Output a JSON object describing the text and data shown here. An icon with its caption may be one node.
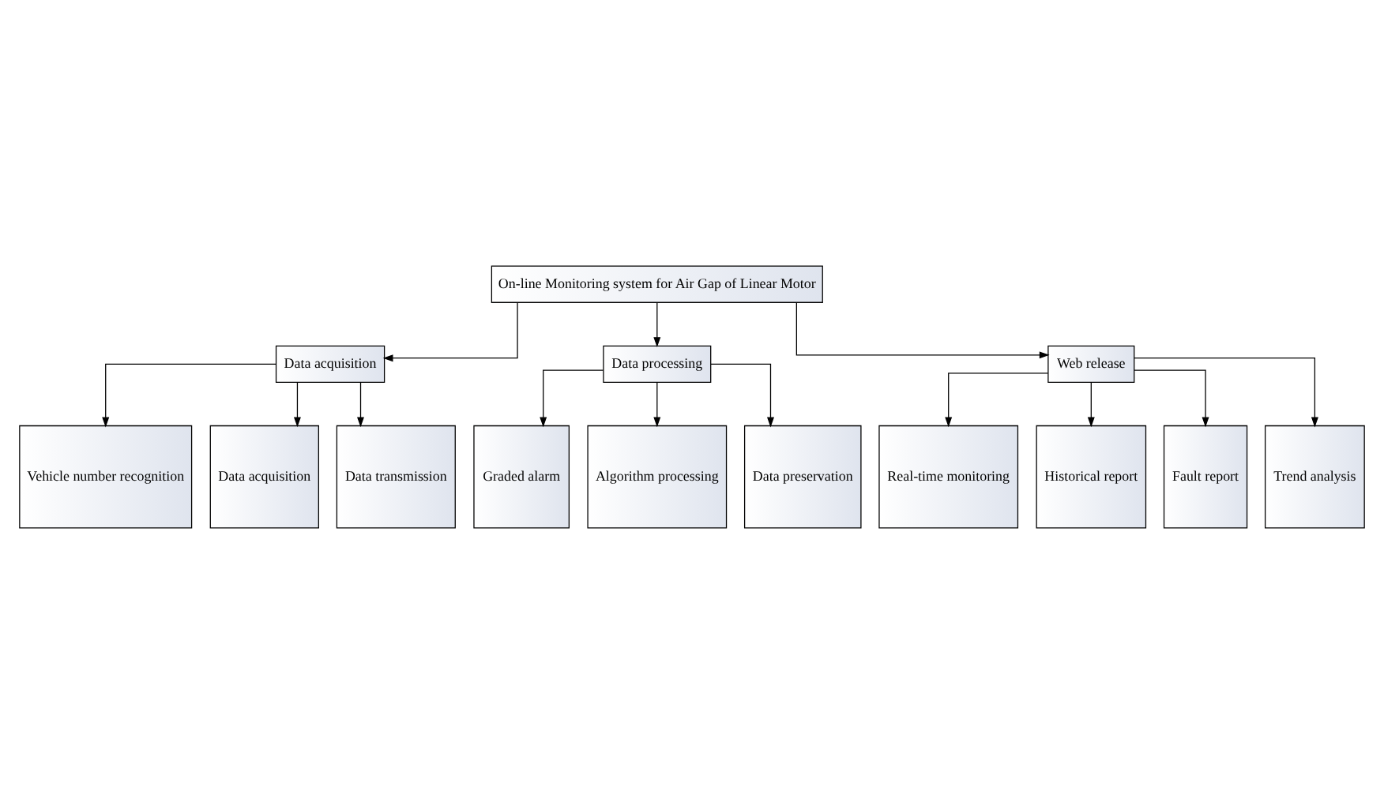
{
  "diagram": {
    "nodes": [
      {
        "text": [
          "On-line Monitoring system for Air Gap of Linear Motor"
        ]
      },
      {
        "text": [
          "Data acquisition"
        ]
      },
      {
        "text": [
          "Data processing"
        ]
      },
      {
        "text": [
          "Web release"
        ]
      },
      {
        "text": [
          "Vehicle number recognition"
        ]
      },
      {
        "text": [
          "Data acquisition"
        ]
      },
      {
        "text": [
          "Data transmission"
        ]
      },
      {
        "text": [
          "Graded alarm"
        ]
      },
      {
        "text": [
          "Algorithm processing"
        ]
      },
      {
        "text": [
          "Data preservation"
        ]
      },
      {
        "text": [
          "Real-time monitoring"
        ]
      },
      {
        "text": [
          "Historical report"
        ]
      },
      {
        "text": [
          "Fault report"
        ]
      },
      {
        "text": [
          "Trend analysis"
        ]
      }
    ],
    "edges": [
      {
        "from": 0,
        "to": 1,
        "arrow": "to"
      },
      {
        "from": 0,
        "to": 2,
        "arrow": "to"
      },
      {
        "from": 0,
        "to": 3,
        "arrow": "to"
      },
      {
        "from": 1,
        "to": 4,
        "arrow": "to"
      },
      {
        "from": 1,
        "to": 5,
        "arrow": "to"
      },
      {
        "from": 1,
        "to": 6,
        "arrow": "to"
      },
      {
        "from": 2,
        "to": 7,
        "arrow": "to"
      },
      {
        "from": 2,
        "to": 8,
        "arrow": "to"
      },
      {
        "from": 2,
        "to": 9,
        "arrow": "to"
      },
      {
        "from": 3,
        "to": 10,
        "arrow": "to"
      },
      {
        "from": 3,
        "to": 11,
        "arrow": "to"
      },
      {
        "from": 3,
        "to": 12,
        "arrow": "to"
      },
      {
        "from": 3,
        "to": 13,
        "arrow": "to"
      }
    ]
  }
}
